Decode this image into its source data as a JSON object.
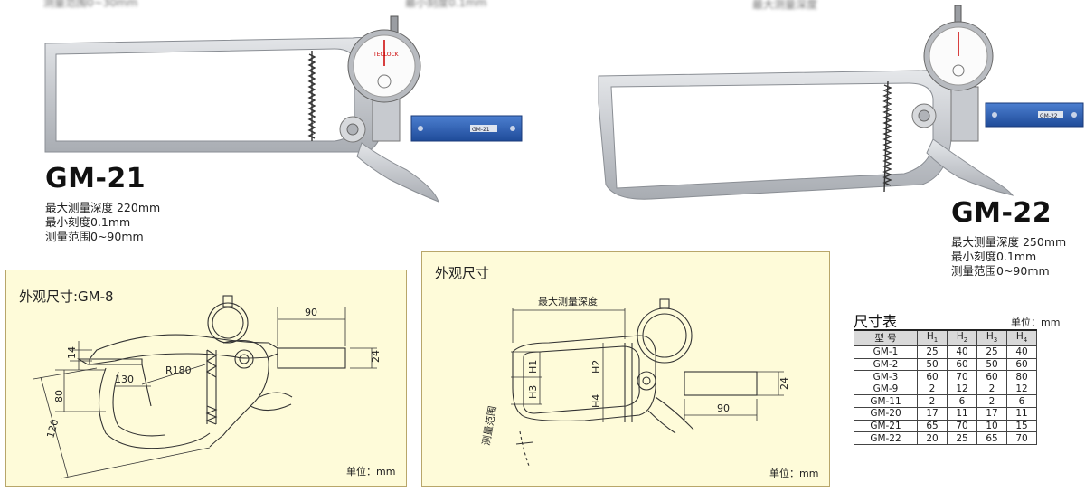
{
  "top_cutoff": {
    "left": "测量范围0~30mm",
    "middle": "最小刻度0.1mm",
    "right": "最大测量深度"
  },
  "products": [
    {
      "model": "GM-21",
      "specs": [
        "最大测量深度 220mm",
        "最小刻度0.1mm",
        "测量范围0~90mm"
      ],
      "bar_label": "GM-21"
    },
    {
      "model": "GM-22",
      "specs": [
        "最大测量深度 250mm",
        "最小刻度0.1mm",
        "测量范围0~90mm"
      ],
      "bar_label": "GM-22"
    }
  ],
  "drawing_left": {
    "title": "外观尺寸:GM-8",
    "unit": "单位：mm",
    "dims": {
      "d90": "90",
      "d14": "14",
      "d24": "24",
      "d130": "130",
      "r180": "R180",
      "d80": "80",
      "d120": "120"
    }
  },
  "drawing_right": {
    "title": "外观尺寸",
    "unit": "单位：mm",
    "dims": {
      "depth": "最大测量深度",
      "h1": "H1",
      "h2": "H2",
      "h3": "H3",
      "h4": "H4",
      "d24": "24",
      "d90": "90",
      "range": "测量范围"
    }
  },
  "size_table": {
    "title": "尺寸表",
    "unit": "单位：mm",
    "headers": [
      "型  号",
      "H",
      "H",
      "H",
      "H"
    ],
    "header_subs": [
      "",
      "1",
      "2",
      "3",
      "4"
    ],
    "rows": [
      [
        "GM-1",
        "25",
        "40",
        "25",
        "40"
      ],
      [
        "GM-2",
        "50",
        "60",
        "50",
        "60"
      ],
      [
        "GM-3",
        "60",
        "70",
        "60",
        "80"
      ],
      [
        "GM-9",
        "2",
        "12",
        "2",
        "12"
      ],
      [
        "GM-11",
        "2",
        "6",
        "2",
        "6"
      ],
      [
        "GM-20",
        "17",
        "11",
        "17",
        "11"
      ],
      [
        "GM-21",
        "65",
        "70",
        "10",
        "15"
      ],
      [
        "GM-22",
        "20",
        "25",
        "65",
        "70"
      ]
    ]
  },
  "colors": {
    "panel_bg": "#fefbd9",
    "panel_border": "#b8a66a",
    "frame_gray": "#c9ccd0",
    "bar_blue": "#2f5fb0"
  }
}
